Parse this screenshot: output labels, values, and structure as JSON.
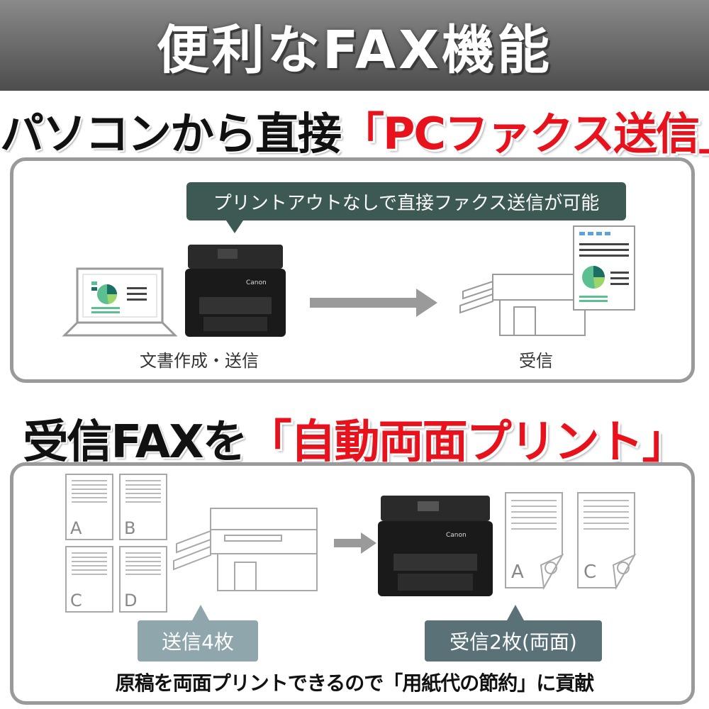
{
  "banner": {
    "title": "便利なFAX機能"
  },
  "section1": {
    "heading_black": "パソコンから直接",
    "heading_red": "「PCファクス送信」",
    "callout": "プリントアウトなしで直接ファクス送信が可能",
    "caption_left": "文書作成・送信",
    "caption_right": "受信",
    "printer_brand": "Canon"
  },
  "section2": {
    "heading_black": "受信FAXを",
    "heading_red": "「自動両面プリント」",
    "page_letters": [
      "A",
      "B",
      "C",
      "D"
    ],
    "output_letters": [
      "A",
      "C"
    ],
    "label_send": "送信4枚",
    "label_recv": "受信2枚(両面)",
    "printer_brand": "Canon"
  },
  "footer": {
    "text": "原稿を両面プリントできるので「用紙代の節約」に貢献"
  },
  "colors": {
    "accent_red": "#e8121d",
    "callout_dark": "#3d5954",
    "label_light": "#8ea6ac",
    "label_dark": "#5a7177",
    "panel_border": "#9a9a9a"
  }
}
